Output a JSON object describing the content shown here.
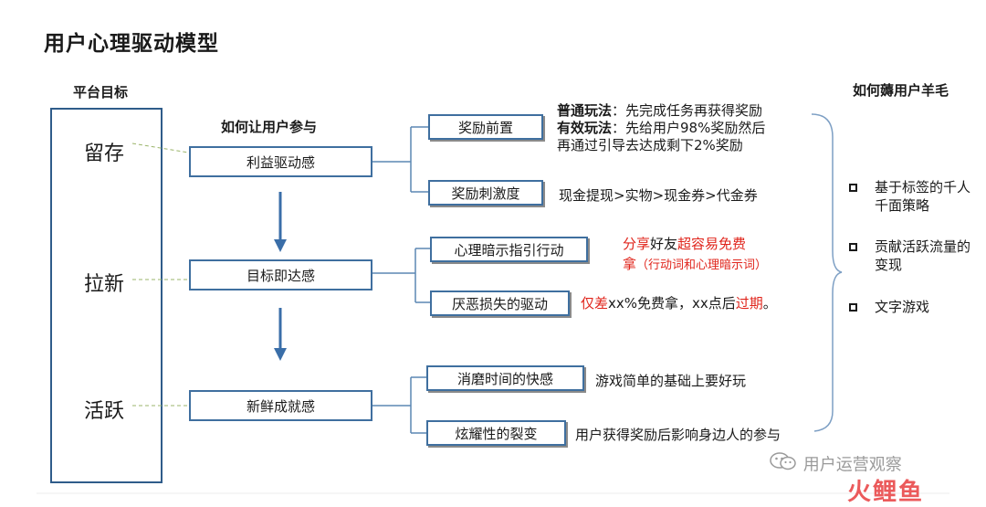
{
  "title": "用户心理驱动模型",
  "headers": {
    "left": "平台目标",
    "middle": "如何让用户参与",
    "right": "如何薅用户羊毛"
  },
  "goals": [
    "留存",
    "拉新",
    "活跃"
  ],
  "drivers": [
    "利益驱动感",
    "目标即达感",
    "新鲜成就感"
  ],
  "tactics": [
    {
      "label": "奖励前置",
      "desc": {
        "line1_bold": "普通玩法",
        "line1_rest": "：先完成任务再获得奖励",
        "line2_bold": "有效玩法",
        "line2_rest": "：先给用户98%奖励然后",
        "line3": "再通过引导去达成剩下2%奖励"
      }
    },
    {
      "label": "奖励刺激度",
      "desc": "现金提现>实物>现金券>代金券"
    },
    {
      "label": "心理暗示指引行动",
      "desc": {
        "p1": "分享",
        "p2": "好友",
        "p3": "超容易免费",
        "p4": "拿",
        "p5": "（行动词和心理暗示词）"
      }
    },
    {
      "label": "厌恶损失的驱动",
      "desc": {
        "p1": "仅差",
        "p2": "xx%免费拿，xx点后",
        "p3": "过期",
        "p4": "。"
      }
    },
    {
      "label": "消磨时间的快感",
      "desc": "游戏简单的基础上要好玩"
    },
    {
      "label": "炫耀性的裂变",
      "desc": "用户获得奖励后影响身边人的参与"
    }
  ],
  "right_list": [
    "基于标签的千人千面策略",
    "贡献活跃流量的变现",
    "文字游戏"
  ],
  "watermark": {
    "text": "用户运营观察",
    "logo_text": "火鲤鱼"
  },
  "colors": {
    "box_border": "#3f6f9f",
    "arrow": "#3a6ea8",
    "accent_red": "#e0241b",
    "dashed_line": "#9bb56b"
  }
}
